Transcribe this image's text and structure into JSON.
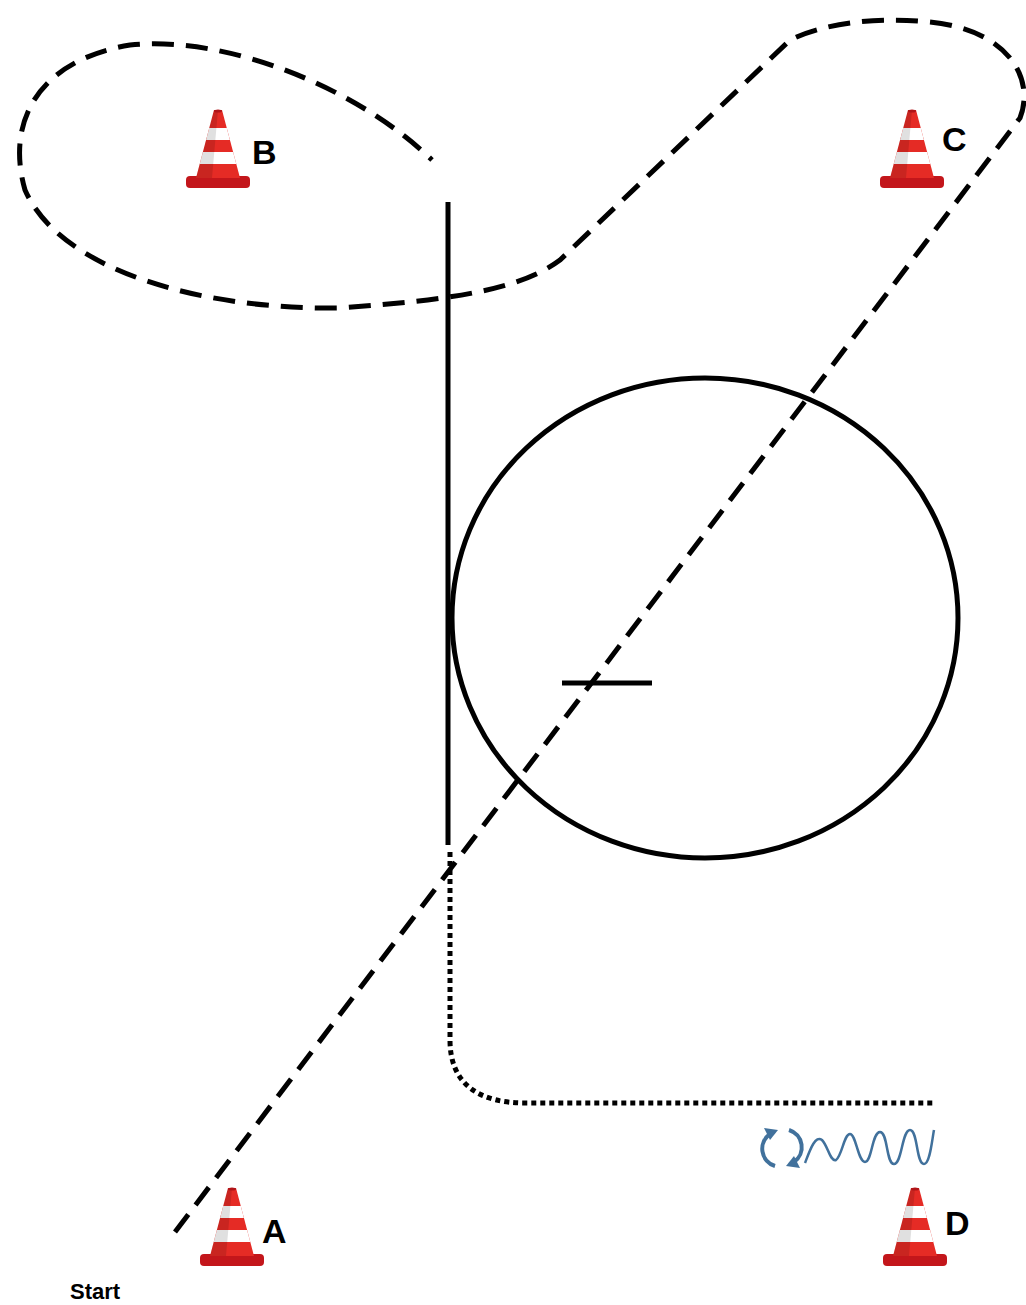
{
  "diagram": {
    "labels": [
      "B",
      "C",
      "A",
      "D",
      "Start"
    ]
  }
}
